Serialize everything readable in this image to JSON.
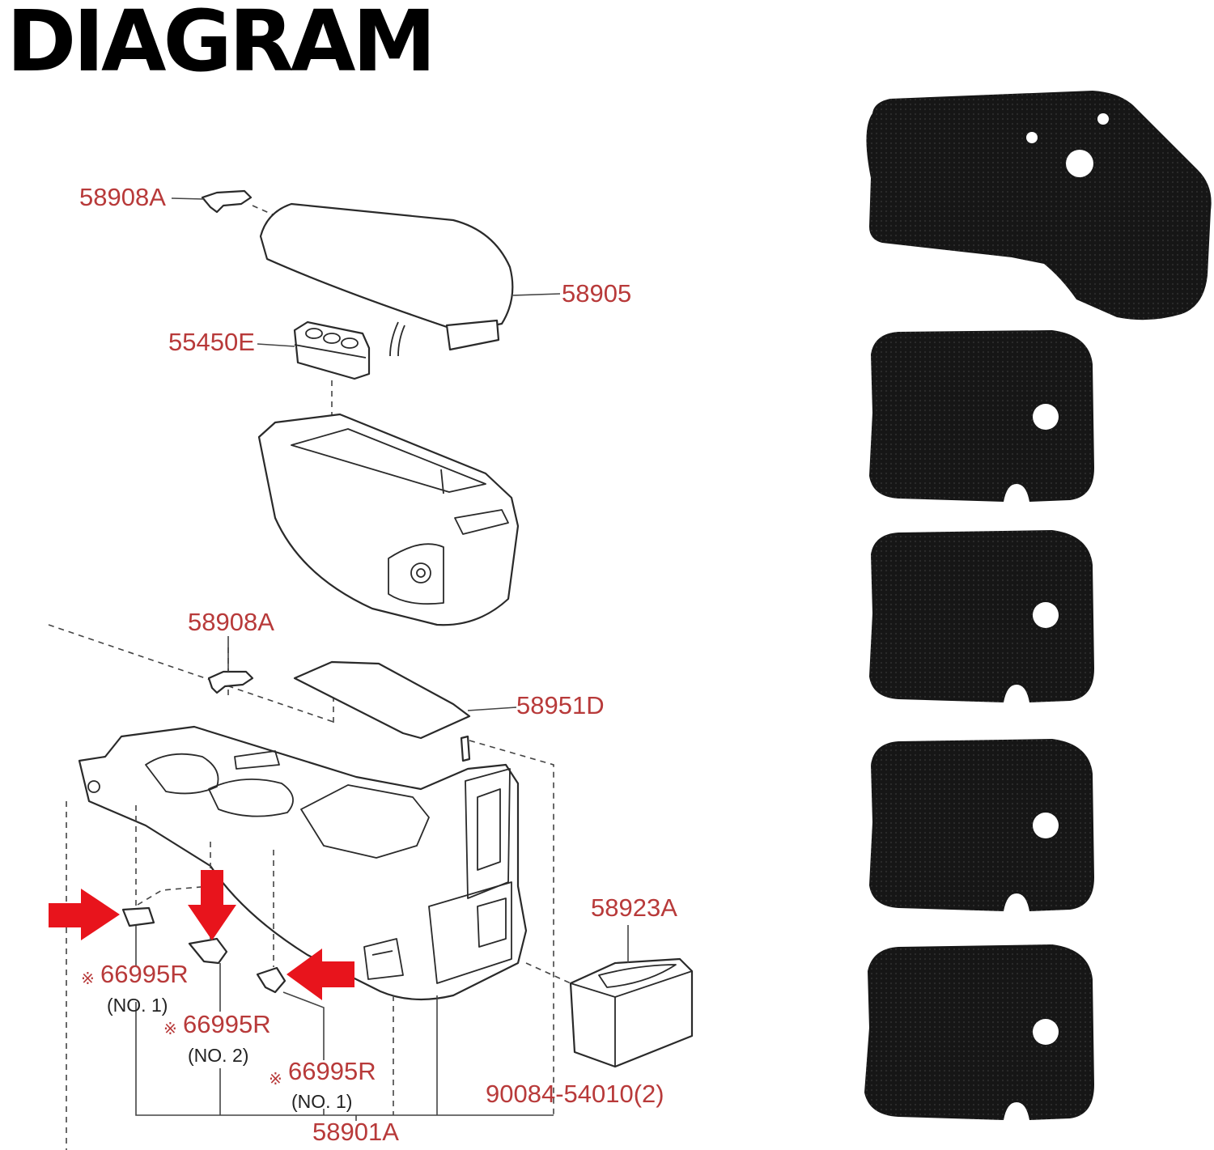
{
  "title": "DIAGRAM",
  "labels": {
    "p58908a_top": "58908A",
    "p58905": "58905",
    "p55450e": "55450E",
    "p58908a_mid": "58908A",
    "p58951d": "58951D",
    "p58923a": "58923A",
    "p66995r_1": "66995R",
    "p66995r_1_sub": "(NO. 1)",
    "p66995r_2": "66995R",
    "p66995r_2_sub": "(NO. 2)",
    "p66995r_3": "66995R",
    "p66995r_3_sub": "(NO. 1)",
    "p90084": "90084-54010(2)",
    "p58901a": "58901A"
  },
  "star_symbol": "※",
  "colors": {
    "label": "#b83a3a",
    "arrow": "#e8141c",
    "pad": "#161616"
  }
}
